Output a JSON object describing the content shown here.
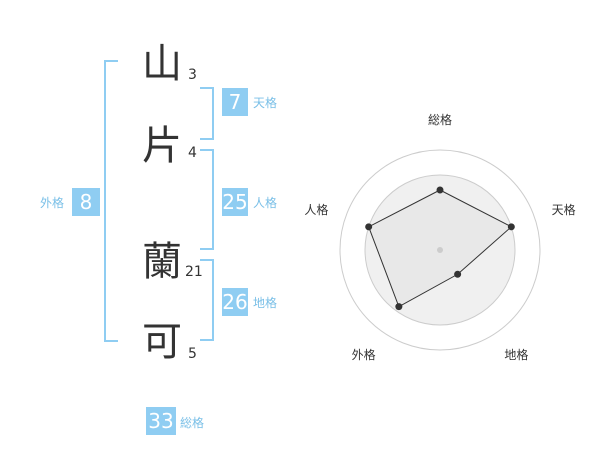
{
  "characters": [
    {
      "char": "山",
      "strokes": "3"
    },
    {
      "char": "片",
      "strokes": "4"
    },
    {
      "char": "蘭",
      "strokes": "21"
    },
    {
      "char": "可",
      "strokes": "5"
    }
  ],
  "fortunes": {
    "tenkaku": {
      "value": "7",
      "label": "天格"
    },
    "jinkaku": {
      "value": "25",
      "label": "人格"
    },
    "chikaku": {
      "value": "26",
      "label": "地格"
    },
    "gaikaku": {
      "value": "8",
      "label": "外格"
    },
    "soukaku": {
      "value": "33",
      "label": "総格"
    }
  },
  "radar": {
    "axes": [
      "総格",
      "天格",
      "地格",
      "外格",
      "人格"
    ],
    "levels": 4,
    "values": [
      0.6,
      0.75,
      0.3,
      0.7,
      0.75
    ],
    "colors": {
      "fill": "#e6e6e6",
      "line": "#333333",
      "grid": "#cccccc"
    }
  },
  "colors": {
    "accent": "#8fcdf2",
    "label": "#79bfe7"
  }
}
